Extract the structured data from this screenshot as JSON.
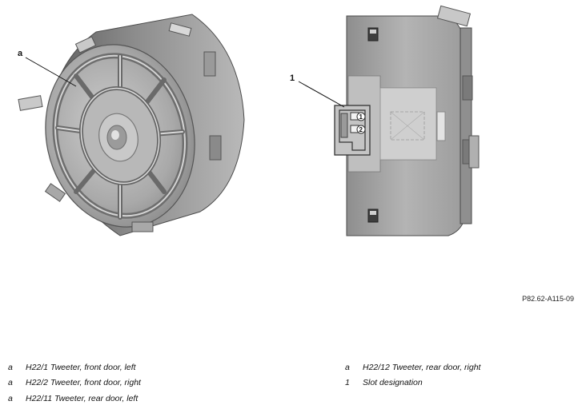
{
  "callouts": {
    "component_a": "a",
    "slot": "1"
  },
  "pins": [
    "1",
    "2"
  ],
  "figure_id": "P82.62-A115-09",
  "legend_left": [
    {
      "key": "a",
      "text": "H22/1 Tweeter, front door, left"
    },
    {
      "key": "a",
      "text": "H22/2 Tweeter, front door, right"
    },
    {
      "key": "a",
      "text": "H22/11 Tweeter, rear door, left"
    }
  ],
  "legend_right": [
    {
      "key": "a",
      "text": "H22/12 Tweeter, rear door, right"
    },
    {
      "key": "1",
      "text": "Slot designation"
    }
  ]
}
